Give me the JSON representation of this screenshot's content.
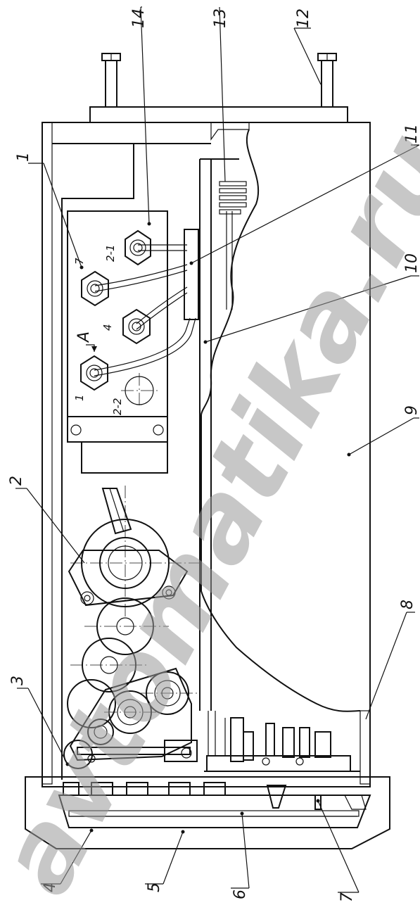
{
  "callouts": [
    "1",
    "2",
    "3",
    "4",
    "5",
    "6",
    "7",
    "8",
    "9",
    "10",
    "11",
    "12",
    "13",
    "14"
  ],
  "section_mark": "A",
  "port_labels": [
    "2-1",
    "7",
    "4",
    "1",
    "2-2"
  ],
  "watermark": "avtomatika.ru"
}
